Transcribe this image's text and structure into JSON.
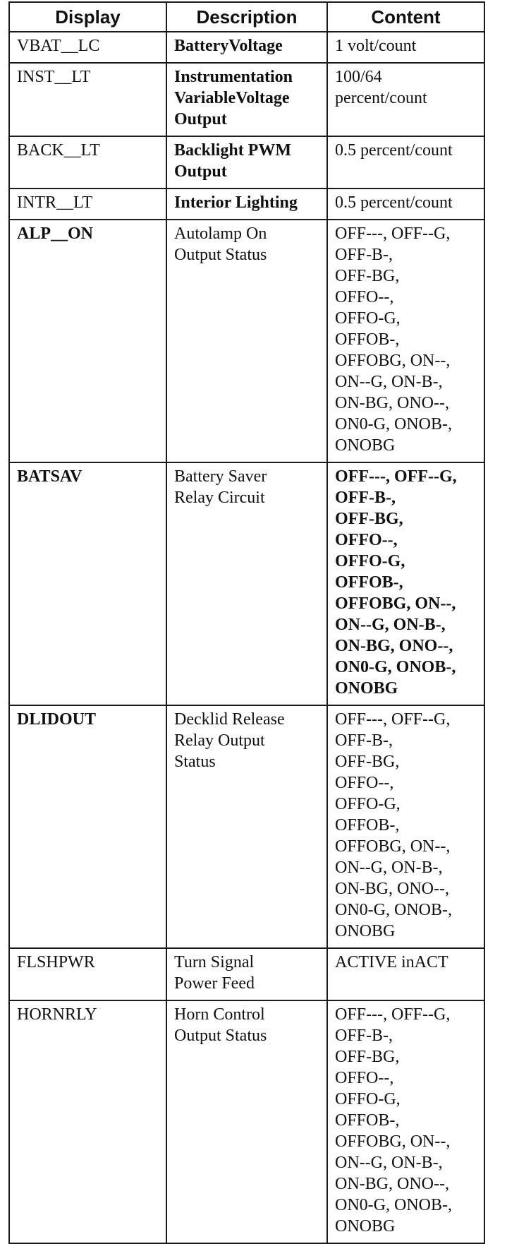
{
  "table": {
    "headers": {
      "display": "Display",
      "description": "Description",
      "content": "Content"
    },
    "rows": [
      {
        "display": "VBAT__LC",
        "description": "BatteryVoltage",
        "content": "1 volt/count"
      },
      {
        "display": "INST__LT",
        "description": "Instrumentation\nVariableVoltage\nOutput",
        "content": "100/64\npercent/count"
      },
      {
        "display": "BACK__LT",
        "description": "Backlight PWM\nOutput",
        "content": "0.5 percent/count"
      },
      {
        "display": "INTR__LT",
        "description": "Interior Lighting",
        "content": "0.5 percent/count"
      },
      {
        "display": "ALP__ON",
        "description": "Autolamp On\nOutput Status",
        "content": "OFF---, OFF--G,\nOFF-B-,\nOFF-BG,\nOFFO--,\nOFFO-G,\nOFFOB-,\nOFFOBG, ON--,\nON--G, ON-B-,\nON-BG, ONO--,\nON0-G, ONOB-,\nONOBG"
      },
      {
        "display": "BATSAV",
        "description": "Battery Saver\nRelay Circuit",
        "content": "OFF---, OFF--G,\nOFF-B-,\nOFF-BG,\nOFFO--,\nOFFO-G,\nOFFOB-,\nOFFOBG, ON--,\nON--G, ON-B-,\nON-BG, ONO--,\nON0-G, ONOB-,\nONOBG"
      },
      {
        "display": "DLIDOUT",
        "description": "Decklid Release\nRelay Output\nStatus",
        "content": "OFF---, OFF--G,\nOFF-B-,\nOFF-BG,\nOFFO--,\nOFFO-G,\nOFFOB-,\nOFFOBG, ON--,\nON--G, ON-B-,\nON-BG, ONO--,\nON0-G, ONOB-,\nONOBG"
      },
      {
        "display": "FLSHPWR",
        "description": "Turn Signal\nPower Feed",
        "content": "ACTIVE inACT"
      },
      {
        "display": "HORNRLY",
        "description": "Horn Control\nOutput Status",
        "content": "OFF---, OFF--G,\nOFF-B-,\nOFF-BG,\nOFFO--,\nOFFO-G,\nOFFOB-,\nOFFOBG, ON--,\nON--G, ON-B-,\nON-BG, ONO--,\nON0-G, ONOB-,\nONOBG"
      }
    ]
  }
}
